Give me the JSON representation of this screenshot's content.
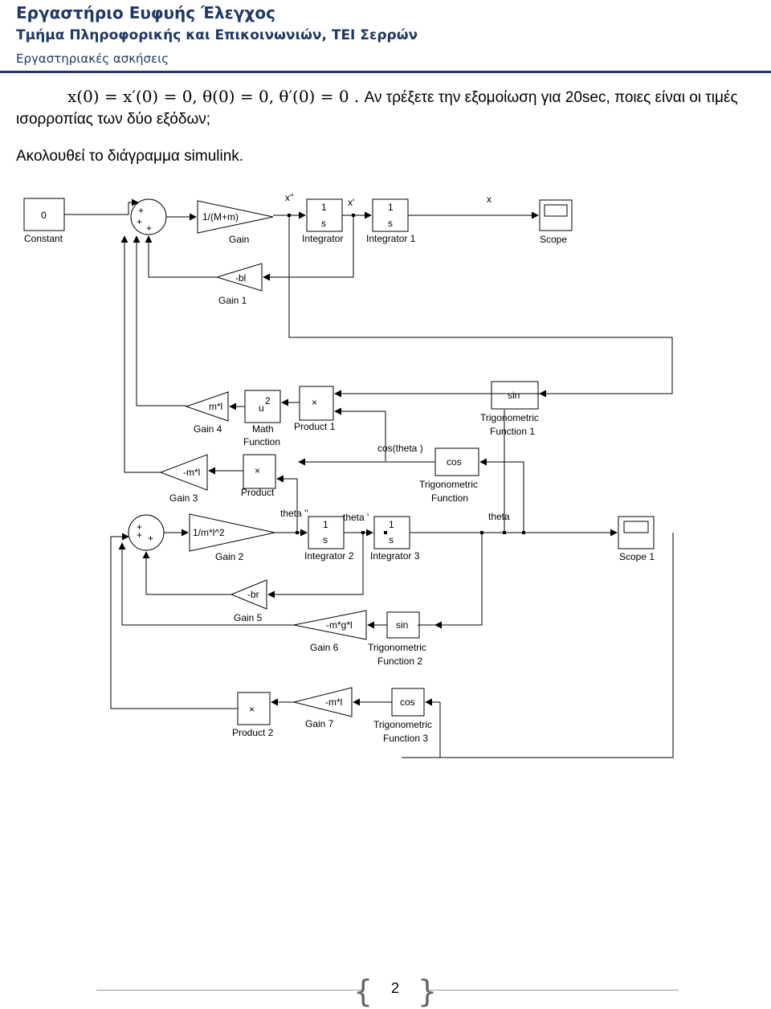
{
  "header": {
    "title": "Εργαστήριο Ευφυής Έλεγχος",
    "subtitle": "Τμήμα Πληροφορικής και Επικοινωνιών, ΤΕΙ Σερρών",
    "section": "Εργαστηριακές ασκήσεις"
  },
  "body": {
    "equation": "x(0) = x′(0) = 0, θ(0) = 0, θ′(0) = 0 .",
    "question_a": "Αν τρέξετε την εξομοίωση για 20sec, ποιες είναι οι τιμές",
    "question_b": "ισορροπίας των δύο εξόδων;",
    "intro": "Ακολουθεί το διάγραμμα simulink."
  },
  "diagram": {
    "constant_value": "0",
    "constant_name": "Constant",
    "gain_value": "1/(M+m)",
    "gain_name": "Gain",
    "sig_xdd": "x''",
    "integrator_num": "1",
    "integrator_den": "s",
    "integrator_name": "Integrator",
    "sig_xd": "x'",
    "integrator1_name": "Integrator 1",
    "sig_x": "x",
    "scope_name": "Scope",
    "gain1_value": "-bl",
    "gain1_name": "Gain 1",
    "gain4_value": "m*l",
    "gain4_name": "Gain 4",
    "math_value": "u",
    "math_exp": "2",
    "math_name_1": "Math",
    "math_name_2": "Function",
    "product1_name": "Product 1",
    "trig1_value": "sin",
    "trig1_name_1": "Trigonometric",
    "trig1_name_2": "Function 1",
    "sig_costheta": "cos(theta )",
    "trig_value": "cos",
    "trig_name_1": "Trigonometric",
    "trig_name_2": "Function",
    "gain3_value": "-m*l",
    "gain3_name": "Gain 3",
    "product_name": "Product",
    "sig_thetadd": "theta ''",
    "sig_thetad": "theta '",
    "sig_theta": "theta",
    "gain2_value": "1/m*l^2",
    "gain2_name": "Gain 2",
    "integrator2_name": "Integrator 2",
    "integrator3_name": "Integrator 3",
    "scope1_name": "Scope 1",
    "gain5_value": "-br",
    "gain5_name": "Gain 5",
    "gain6_value": "-m*g*l",
    "gain6_name": "Gain 6",
    "trig2_value": "sin",
    "trig2_name_1": "Trigonometric",
    "trig2_name_2": "Function 2",
    "product2_name": "Product 2",
    "gain7_value": "-m*l",
    "gain7_name": "Gain 7",
    "trig3_value": "cos",
    "trig3_name_1": "Trigonometric",
    "trig3_name_2": "Function 3",
    "mult_symbol": "×",
    "plus": "+"
  },
  "footer": {
    "page_number": "2"
  }
}
